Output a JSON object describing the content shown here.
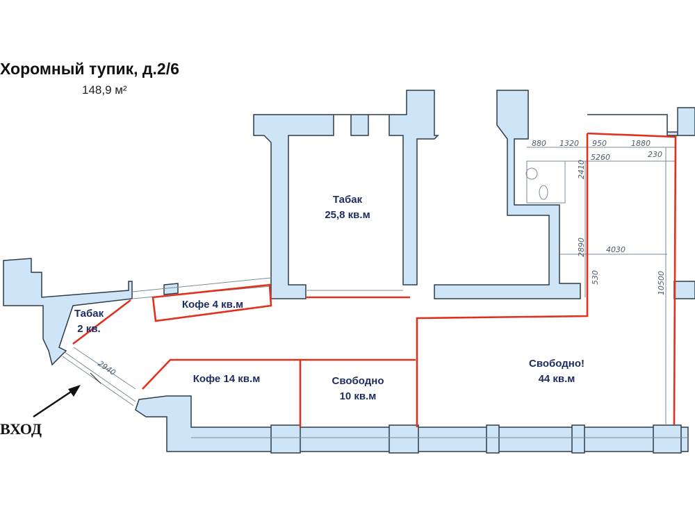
{
  "header": {
    "title": "Хоромный тупик, д.2/6",
    "area": "148,9 м²"
  },
  "rooms": [
    {
      "name": "Табак",
      "size": "25,8 кв.м"
    },
    {
      "name": "Кофе 4 кв.м"
    },
    {
      "name": "Табак",
      "size": "2 кв."
    },
    {
      "name": "Кофе 14 кв.м"
    },
    {
      "name": "Свободно",
      "size": "10 кв.м"
    },
    {
      "name": "Свободно!",
      "size": "44 кв.м"
    }
  ],
  "dimensions": [
    "880",
    "1320",
    "950",
    "1880",
    "5260",
    "230",
    "2410",
    "2890",
    "4030",
    "530",
    "10500",
    "2940"
  ],
  "entrance": "ВХОД",
  "colors": {
    "wall": "#cde5f6",
    "outline": "#e0301e",
    "label": "#1c2c5e"
  }
}
